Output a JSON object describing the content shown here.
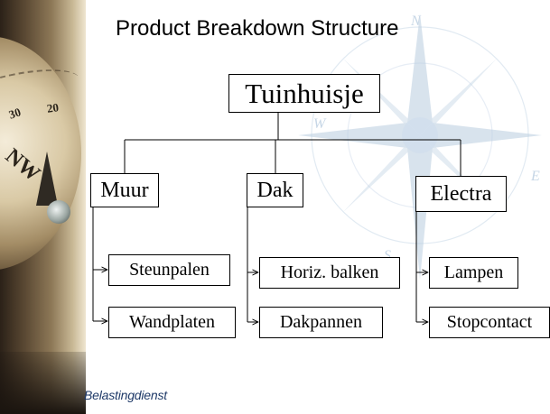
{
  "title": "Product Breakdown Structure",
  "root": {
    "label": "Tuinhuisje"
  },
  "branches": [
    {
      "label": "Muur",
      "children": [
        "Steunpalen",
        "Wandplaten"
      ]
    },
    {
      "label": "Dak",
      "children": [
        "Horiz. balken",
        "Dakpannen"
      ]
    },
    {
      "label": "Electra",
      "children": [
        "Lampen",
        "Stopcontact"
      ]
    }
  ],
  "footer": {
    "brand": "Belastingdienst"
  },
  "background": {
    "photo_labels": [
      "30",
      "20",
      "NW"
    ],
    "rose_letters": [
      "W",
      "E",
      "N",
      "S"
    ]
  },
  "colors": {
    "line": "#000000",
    "brand_text": "#1f3a68",
    "watermark": "#b9cde0"
  }
}
